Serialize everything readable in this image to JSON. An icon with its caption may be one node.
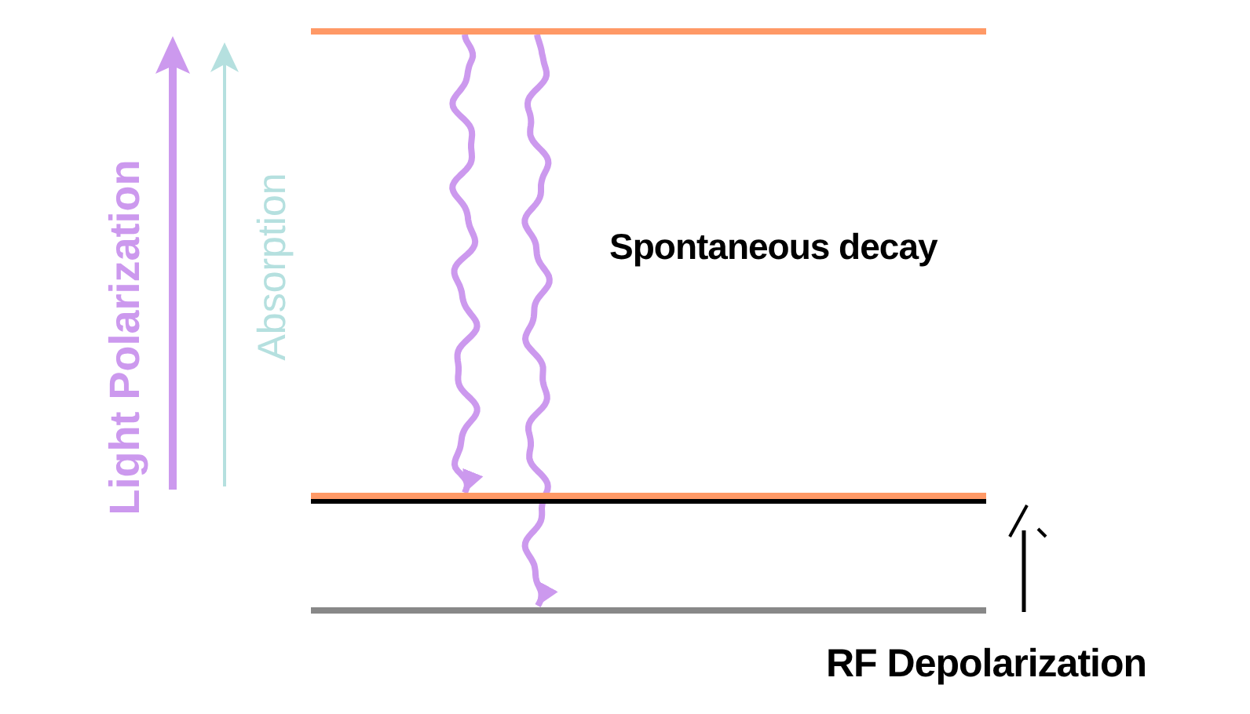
{
  "diagram": {
    "nodes": [
      {
        "text": [],
        "shape": "bar"
      },
      {
        "text": [],
        "shape": "bar"
      },
      {
        "text": [],
        "shape": "bar"
      }
    ],
    "edges": [
      {
        "from": 0,
        "to": 1,
        "arrow": "to"
      },
      {
        "from": 0,
        "to": 2,
        "arrow": "to"
      }
    ],
    "labels": [
      "Light Polarization",
      "Absorption",
      "Spontaneous decay",
      "RF Depolarization"
    ]
  }
}
